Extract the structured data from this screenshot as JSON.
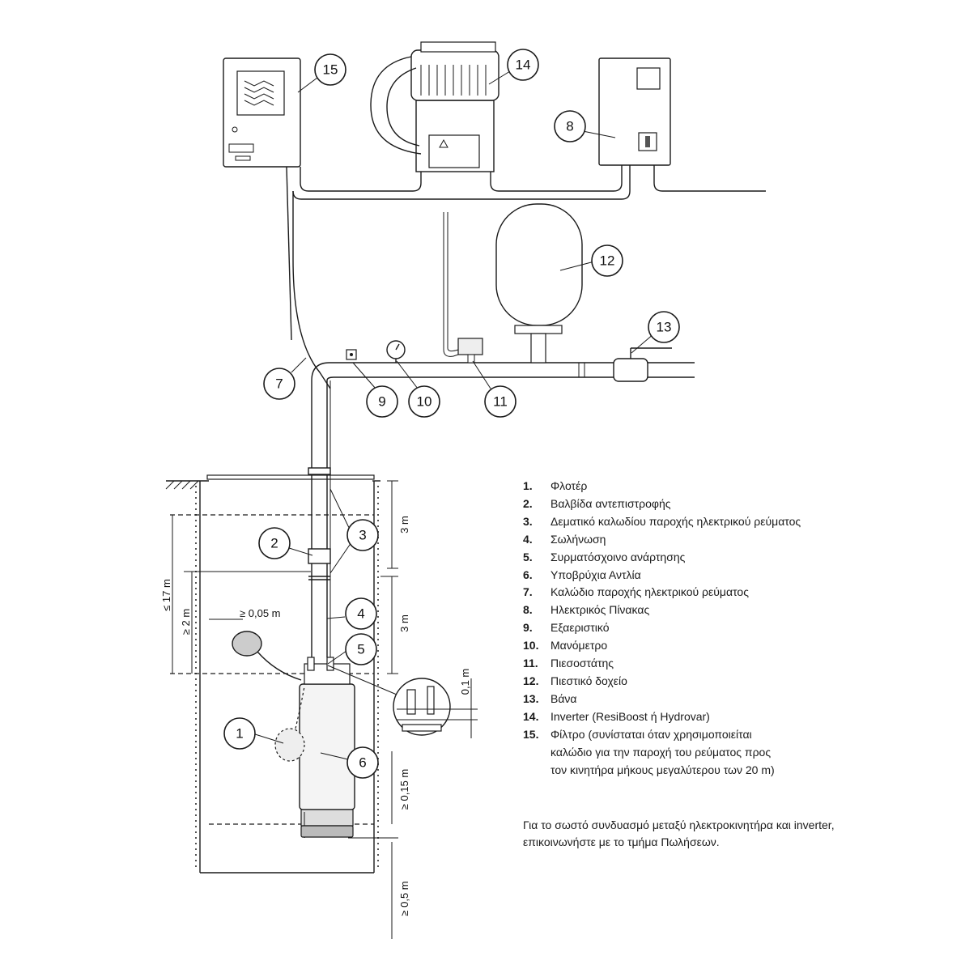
{
  "callouts": [
    "1",
    "2",
    "3",
    "4",
    "5",
    "6",
    "7",
    "8",
    "9",
    "10",
    "11",
    "12",
    "13",
    "14",
    "15"
  ],
  "dimensions": {
    "d1": "3 m",
    "d2": "3 m",
    "d3": "≤ 17 m",
    "d4": "≥ 2 m",
    "d5": "≥ 0,05 m",
    "d6": "0,1 m",
    "d7": "≥ 0,15 m",
    "d8": "≥ 0,5 m"
  },
  "legend": [
    {
      "num": "1.",
      "text": "Φλοτέρ"
    },
    {
      "num": "2.",
      "text": "Βαλβίδα αντεπιστροφής"
    },
    {
      "num": "3.",
      "text": "Δεματικό καλωδίου παροχής ηλεκτρικού ρεύματος"
    },
    {
      "num": "4.",
      "text": "Σωλήνωση"
    },
    {
      "num": "5.",
      "text": "Συρματόσχοινο ανάρτησης"
    },
    {
      "num": "6.",
      "text": "Υποβρύχια Αντλία"
    },
    {
      "num": "7.",
      "text": "Καλώδιο παροχής ηλεκτρικού ρεύματος"
    },
    {
      "num": "8.",
      "text": "Ηλεκτρικός Πίνακας"
    },
    {
      "num": "9.",
      "text": "Εξαεριστικό"
    },
    {
      "num": "10.",
      "text": "Μανόμετρο"
    },
    {
      "num": "11.",
      "text": "Πιεσοστάτης"
    },
    {
      "num": "12.",
      "text": "Πιεστικό δοχείο"
    },
    {
      "num": "13.",
      "text": "Βάνα"
    },
    {
      "num": "14.",
      "text": "Inverter (ResiBoost ή Hydrovar)"
    },
    {
      "num": "15.",
      "text": "Φίλτρο (συνίσταται όταν χρησιμοποιείται"
    }
  ],
  "legend_continuation": [
    "καλώδιο για την παροχή του ρεύματος προς",
    "τον κινητήρα μήκους μεγαλύτερου των 20 m)"
  ],
  "note": [
    "Για το σωστό συνδυασμό μεταξύ ηλεκτροκινητήρα και inverter,",
    "επικοινωνήστε με το τμήμα Πωλήσεων."
  ]
}
